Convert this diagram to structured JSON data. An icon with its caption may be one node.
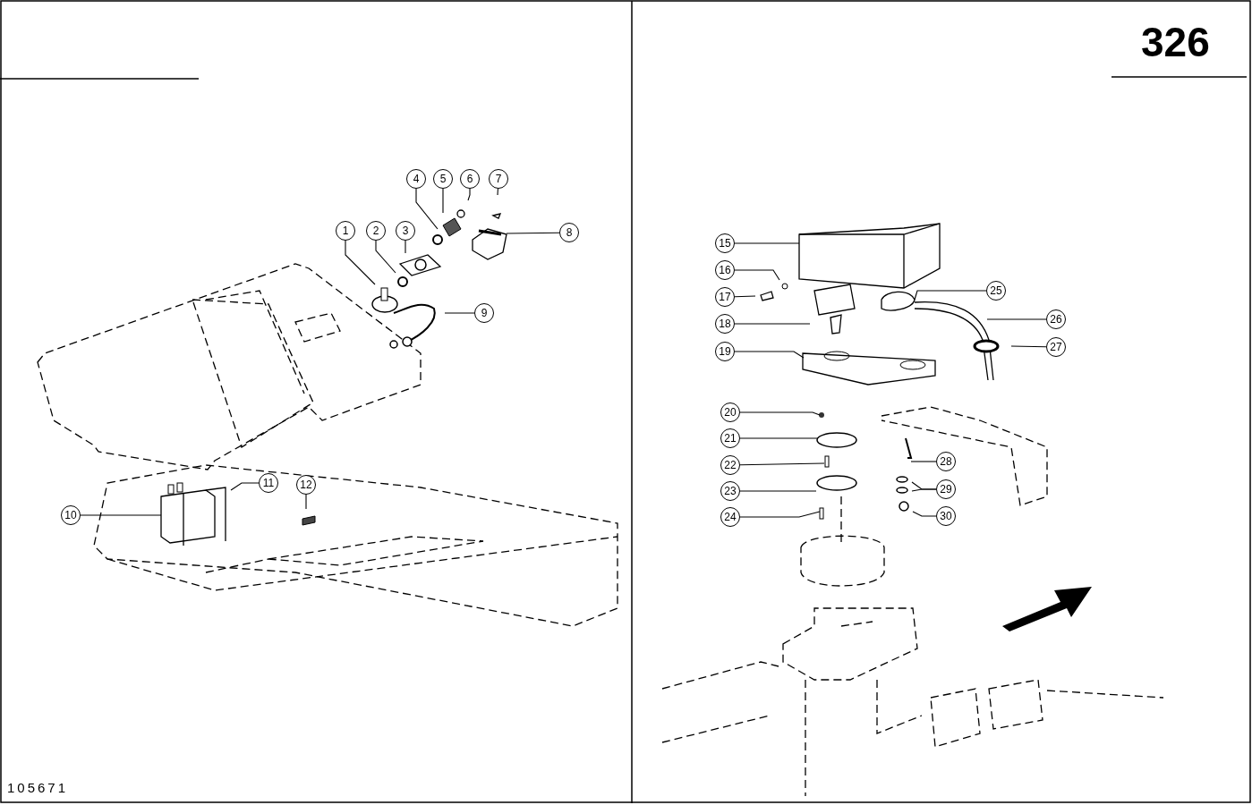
{
  "diagram": {
    "nodes": [
      {
        "text": [
          "1"
        ]
      },
      {
        "text": [
          "2"
        ]
      },
      {
        "text": [
          "3"
        ]
      },
      {
        "text": [
          "4"
        ]
      },
      {
        "text": [
          "5"
        ]
      },
      {
        "text": [
          "6"
        ]
      },
      {
        "text": [
          "7"
        ]
      },
      {
        "text": [
          "8"
        ]
      },
      {
        "text": [
          "9"
        ]
      },
      {
        "text": [
          "10"
        ]
      },
      {
        "text": [
          "11"
        ]
      },
      {
        "text": [
          "12"
        ]
      },
      {
        "text": [
          "15"
        ]
      },
      {
        "text": [
          "16"
        ]
      },
      {
        "text": [
          "17"
        ]
      },
      {
        "text": [
          "18"
        ]
      },
      {
        "text": [
          "19"
        ]
      },
      {
        "text": [
          "20"
        ]
      },
      {
        "text": [
          "21"
        ]
      },
      {
        "text": [
          "22"
        ]
      },
      {
        "text": [
          "23"
        ]
      },
      {
        "text": [
          "24"
        ]
      },
      {
        "text": [
          "25"
        ]
      },
      {
        "text": [
          "26"
        ]
      },
      {
        "text": [
          "27"
        ]
      },
      {
        "text": [
          "28"
        ]
      },
      {
        "text": [
          "29"
        ]
      },
      {
        "text": [
          "30"
        ]
      }
    ],
    "edges": [
      {
        "from": 0,
        "to": null,
        "arrow": "none"
      },
      {
        "from": 1,
        "to": null,
        "arrow": "none"
      },
      {
        "from": 2,
        "to": null,
        "arrow": "none"
      },
      {
        "from": 3,
        "to": null,
        "arrow": "none"
      },
      {
        "from": 4,
        "to": null,
        "arrow": "none"
      },
      {
        "from": 5,
        "to": null,
        "arrow": "none"
      },
      {
        "from": 6,
        "to": null,
        "arrow": "none"
      },
      {
        "from": 7,
        "to": null,
        "arrow": "none"
      },
      {
        "from": 8,
        "to": null,
        "arrow": "none"
      },
      {
        "from": 9,
        "to": null,
        "arrow": "none"
      },
      {
        "from": 10,
        "to": null,
        "arrow": "none"
      },
      {
        "from": 11,
        "to": null,
        "arrow": "none"
      },
      {
        "from": 12,
        "to": null,
        "arrow": "none"
      },
      {
        "from": 13,
        "to": null,
        "arrow": "none"
      },
      {
        "from": 14,
        "to": null,
        "arrow": "none"
      },
      {
        "from": 15,
        "to": null,
        "arrow": "none"
      },
      {
        "from": 16,
        "to": null,
        "arrow": "none"
      },
      {
        "from": 17,
        "to": null,
        "arrow": "none"
      },
      {
        "from": 18,
        "to": null,
        "arrow": "none"
      },
      {
        "from": 19,
        "to": null,
        "arrow": "none"
      },
      {
        "from": 20,
        "to": null,
        "arrow": "none"
      },
      {
        "from": 21,
        "to": null,
        "arrow": "none"
      },
      {
        "from": 22,
        "to": null,
        "arrow": "none"
      },
      {
        "from": 23,
        "to": null,
        "arrow": "none"
      },
      {
        "from": 24,
        "to": null,
        "arrow": "none"
      },
      {
        "from": 25,
        "to": null,
        "arrow": "none"
      },
      {
        "from": 26,
        "to": null,
        "arrow": "none"
      },
      {
        "from": 26,
        "to": null,
        "arrow": "none"
      },
      {
        "from": 27,
        "to": null,
        "arrow": "none"
      }
    ],
    "labels": [
      "326",
      "105671"
    ]
  }
}
